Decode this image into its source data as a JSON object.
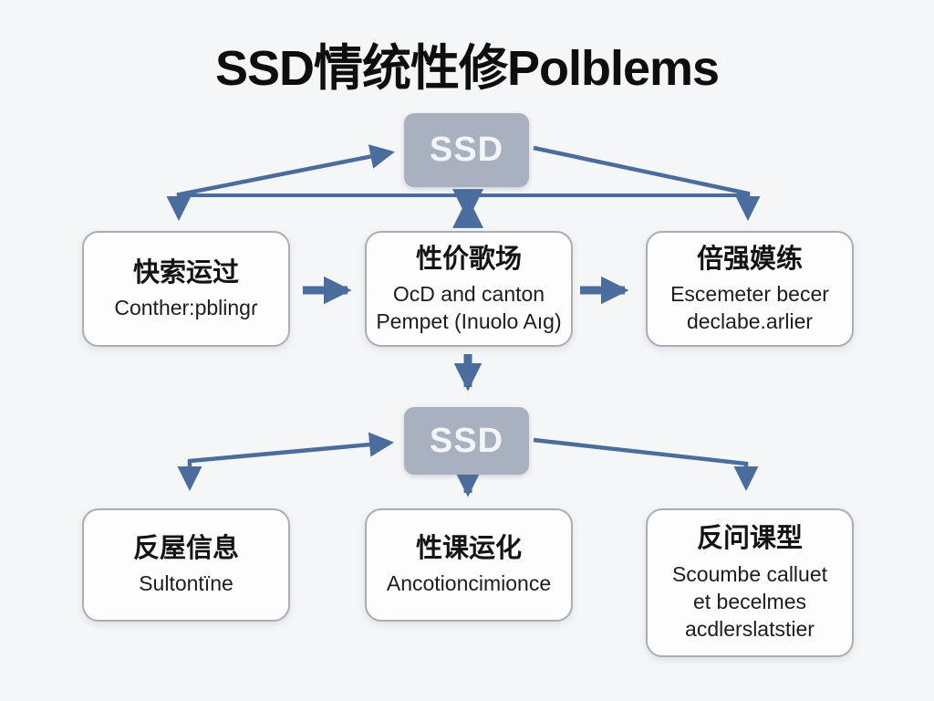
{
  "title": "SSD情统性修Polblems",
  "colors": {
    "background": "#f5f6f8",
    "arrow": "#4a6d9e",
    "ssd_node_fill": "#a9b1c0",
    "ssd_node_text": "#f3f5f8",
    "box_border": "#a9aeb5",
    "box_background": "#fdfdfd",
    "text": "#141414"
  },
  "nodes": {
    "ssd_top": {
      "label": "SSD"
    },
    "ssd_bottom": {
      "label": "SSD"
    }
  },
  "boxes": [
    {
      "id": "top-left",
      "title": "快索运过",
      "lines": [
        "Conther:pblingɾ"
      ]
    },
    {
      "id": "top-middle",
      "title": "性价歌场",
      "lines": [
        "OcD  and canton",
        "Pempet (Inuolo Aıg)"
      ]
    },
    {
      "id": "top-right",
      "title": "倍强嫫练",
      "lines": [
        "Escemeter becer",
        "declabe.arlier"
      ]
    },
    {
      "id": "bottom-left",
      "title": "反屋信息",
      "lines": [
        "Sultontïne"
      ]
    },
    {
      "id": "bottom-middle",
      "title": "性课运化",
      "lines": [
        "Ancotioncimionce"
      ]
    },
    {
      "id": "bottom-right",
      "title": "反问课型",
      "lines": [
        "Scoumbe calluet",
        "et becelmes",
        "acdlerslatstier"
      ]
    }
  ]
}
